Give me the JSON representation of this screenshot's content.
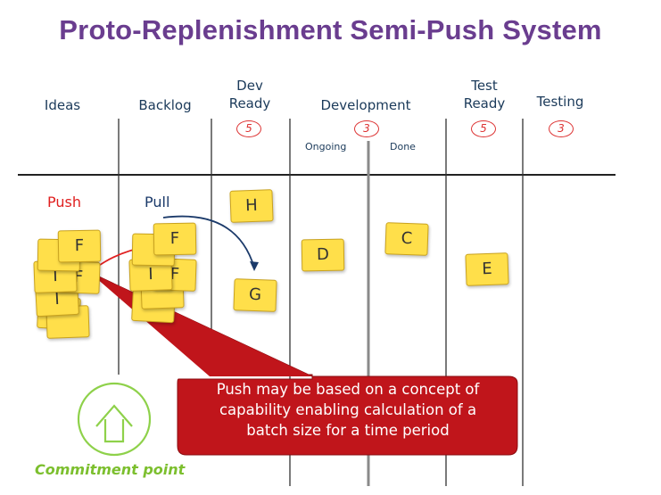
{
  "title": "Proto-Replenishment Semi-Push System",
  "columns": {
    "ideas": "Ideas",
    "backlog": "Backlog",
    "dev_ready": [
      "Dev",
      "Ready"
    ],
    "development": "Development",
    "test_ready": [
      "Test",
      "Ready"
    ],
    "testing": "Testing"
  },
  "subcolumns": {
    "ongoing": "Ongoing",
    "done": "Done"
  },
  "wip_limits": {
    "dev_ready": "5",
    "development": "3",
    "test_ready": "5",
    "testing": "3"
  },
  "labels": {
    "push": "Push",
    "pull": "Pull",
    "commitment": "Commitment point"
  },
  "notes": {
    "ideas_top": "F",
    "ideas_1": "I",
    "ideas_2": "F",
    "ideas_3": "I",
    "backlog_top": "F",
    "backlog_1": "I",
    "backlog_2": "F",
    "dev_ready_h": "H",
    "dev_ready_g": "G",
    "dev_ongoing_d": "D",
    "dev_done_c": "C",
    "test_ready_e": "E"
  },
  "callout": [
    "Push may be based on a concept of",
    "capability enabling calculation of a",
    "batch size for a time period"
  ],
  "colors": {
    "title": "#6a3d8f",
    "push": "#e02020",
    "pull": "#1b3a6a",
    "callout": "#c0151b",
    "note": "#ffdf4a",
    "commit": "#7cbf2e"
  }
}
